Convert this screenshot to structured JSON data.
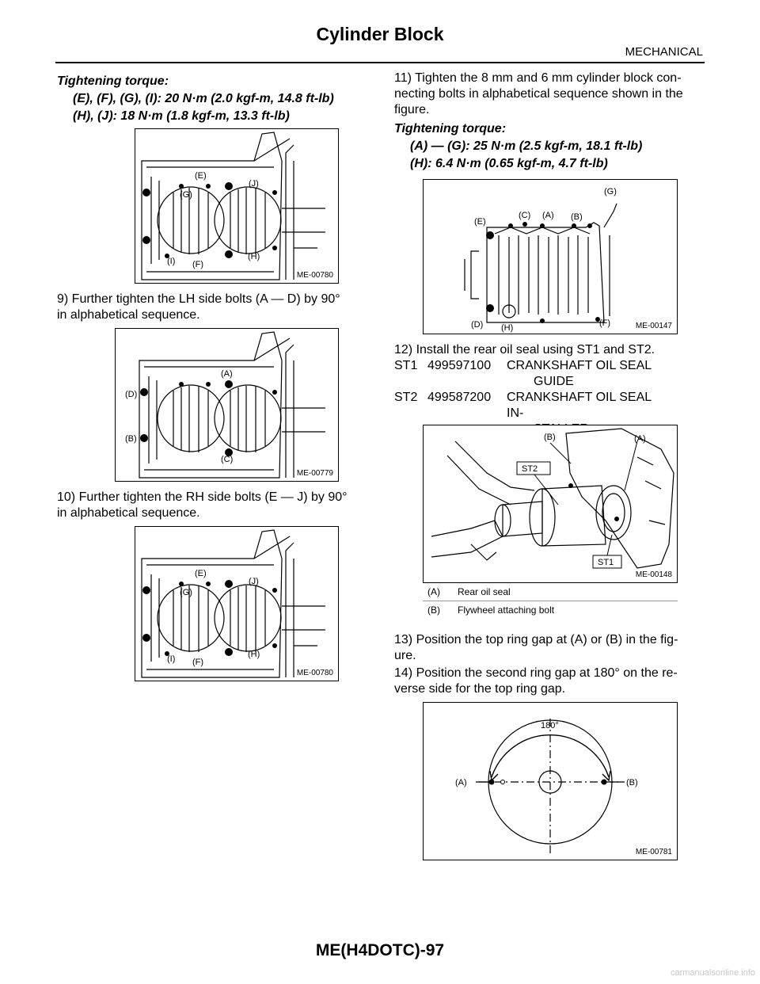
{
  "header": {
    "title": "Cylinder Block",
    "section": "MECHANICAL"
  },
  "left": {
    "torque1": {
      "heading": "Tightening torque:",
      "lines": [
        "(E), (F), (G), (I): 20 N·m (2.0 kgf-m, 14.8 ft-lb)",
        "(H), (J): 18 N·m (1.8 kgf-m, 13.3 ft-lb)"
      ]
    },
    "fig1": {
      "id": "ME-00780",
      "labels": [
        "(E)",
        "(J)",
        "(G)",
        "(I)",
        "(F)",
        "(H)"
      ]
    },
    "step9": [
      "9) Further tighten the LH side bolts (A — D) by 90°",
      "in alphabetical sequence."
    ],
    "fig2": {
      "id": "ME-00779",
      "labels": [
        "(A)",
        "(D)",
        "(B)",
        "(C)"
      ]
    },
    "step10": [
      "10) Further tighten the RH side bolts (E — J) by 90°",
      "in alphabetical sequence."
    ],
    "fig3": {
      "id": "ME-00780",
      "labels": [
        "(E)",
        "(J)",
        "(G)",
        "(I)",
        "(F)",
        "(H)"
      ]
    }
  },
  "right": {
    "step11": [
      "11) Tighten the 8 mm and 6 mm cylinder block con-",
      "necting bolts in alphabetical sequence shown in the",
      "figure."
    ],
    "torque2": {
      "heading": "Tightening torque:",
      "lines": [
        "(A) — (G): 25 N·m (2.5 kgf-m, 18.1 ft-lb)",
        "(H): 6.4 N·m (0.65 kgf-m, 4.7 ft-lb)"
      ]
    },
    "fig4": {
      "id": "ME-00147",
      "labels": [
        "(G)",
        "(E)",
        "(C)",
        "(A)",
        "(B)",
        "(D)",
        "(H)",
        "(F)"
      ]
    },
    "step12": "12) Install the rear oil seal using ST1 and ST2.",
    "tools": [
      {
        "code": "ST1",
        "part": "499597100",
        "name1": "CRANKSHAFT OIL SEAL",
        "name2": "GUIDE"
      },
      {
        "code": "ST2",
        "part": "499587200",
        "name1": "CRANKSHAFT OIL SEAL IN-",
        "name2": "STALLER"
      }
    ],
    "fig5": {
      "id": "ME-00148",
      "labels": [
        "(B)",
        "(A)",
        "ST2",
        "ST1"
      ]
    },
    "legend": [
      {
        "key": "(A)",
        "text": "Rear oil seal"
      },
      {
        "key": "(B)",
        "text": "Flywheel attaching bolt"
      }
    ],
    "step13": [
      "13) Position the top ring gap at (A) or (B) in the fig-",
      "ure."
    ],
    "step14": [
      "14) Position the second ring gap at 180° on the re-",
      "verse side for the top ring gap."
    ],
    "fig6": {
      "id": "ME-00781",
      "angle": "180°",
      "left": "(A)",
      "right": "(B)"
    }
  },
  "footer": {
    "page": "ME(H4DOTC)-97"
  },
  "watermark": "carmanualsonline.info"
}
